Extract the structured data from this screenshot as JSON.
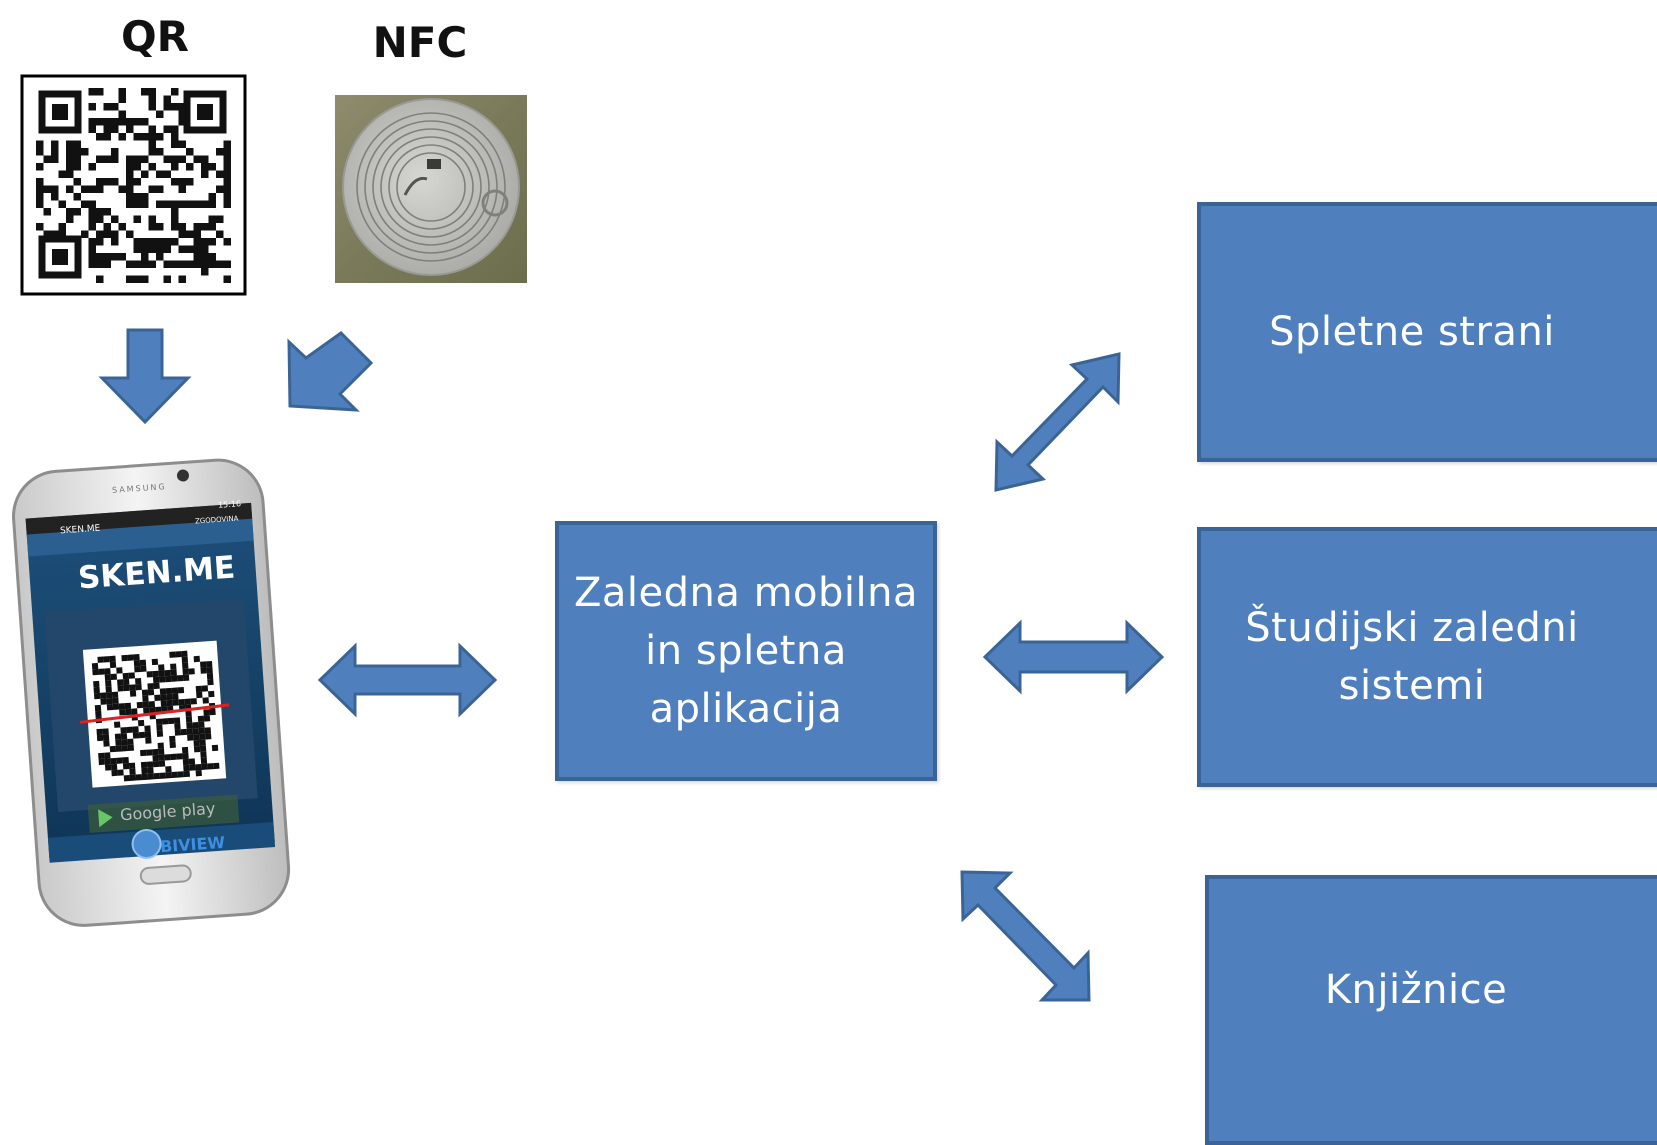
{
  "labels": {
    "qr": "QR",
    "nfc": "NFC"
  },
  "boxes": {
    "backend": "Zaledna mobilna\nin spletna\naplikacija",
    "web": "Spletne strani",
    "study": "Študijski zaledni\nsistemi",
    "library": "Knjižnice"
  },
  "phone": {
    "app_name": "SKEN.ME",
    "header_small": "SKEN.ME",
    "header_right": "ZGODOVINA",
    "brand": "SAMSUNG",
    "time": "15:16",
    "store": "Google play",
    "footer": "BIVIEW"
  },
  "colors": {
    "box_fill": "#4f7fbd",
    "box_border": "#3a6496",
    "arrow": "#4f7fbd"
  },
  "icons": [
    "qr-code-icon",
    "nfc-tag-icon",
    "smartphone-icon"
  ]
}
